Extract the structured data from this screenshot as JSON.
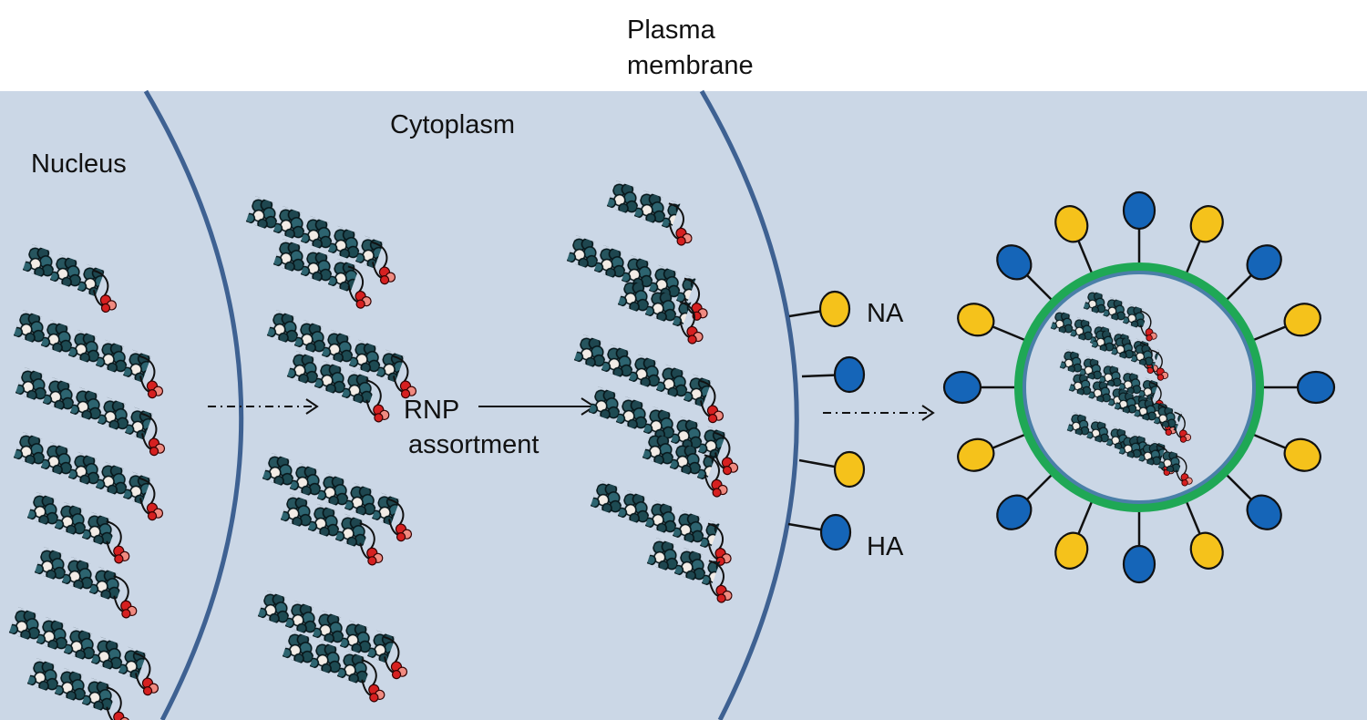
{
  "labels": {
    "plasma_membrane_line1": "Plasma",
    "plasma_membrane_line2": "membrane",
    "nucleus": "Nucleus",
    "cytoplasm": "Cytoplasm",
    "rnp_line1": "RNP",
    "rnp_line2": "assortment",
    "na": "NA",
    "ha": "HA"
  },
  "colors": {
    "cell_background": "#cbd7e6",
    "membrane": "#3e6192",
    "virion_envelope": "#1fa855",
    "virion_inner": "#4a7fa8",
    "na_glycoprotein": "#f5c21b",
    "ha_glycoprotein": "#1565b8",
    "rnp_bead": "#1d4a52",
    "rnp_core": "#f2ece6",
    "polymerase": "#d62020"
  },
  "legend": {
    "na_icon": "na-yellow-oval-icon",
    "ha_icon": "ha-blue-oval-icon"
  }
}
